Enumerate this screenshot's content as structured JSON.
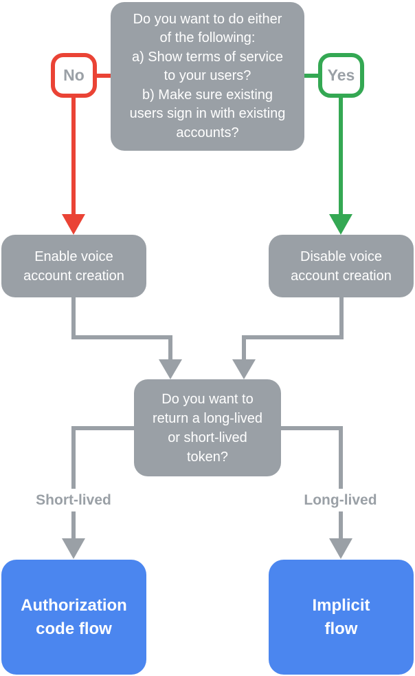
{
  "diagram": {
    "title": "Voice account linking decision flowchart",
    "colors": {
      "gray": "#9AA0A6",
      "red": "#EA4335",
      "green": "#34A853",
      "blue": "#4B86EF",
      "white": "#ffffff",
      "label_text": "#9AA0A6"
    },
    "nodes": {
      "question1": "Do you want to do either\nof the following:\na) Show terms of service\nto your users?\nb) Make sure existing\nusers sign in with existing\naccounts?",
      "no_label": "No",
      "yes_label": "Yes",
      "enable": "Enable voice\naccount creation",
      "disable": "Disable voice\naccount creation",
      "question2": "Do you want to\nreturn a long-lived\nor short-lived\ntoken?",
      "short_lived": "Short-lived",
      "long_lived": "Long-lived",
      "auth_flow": "Authorization\ncode flow",
      "implicit_flow": "Implicit\nflow"
    }
  }
}
